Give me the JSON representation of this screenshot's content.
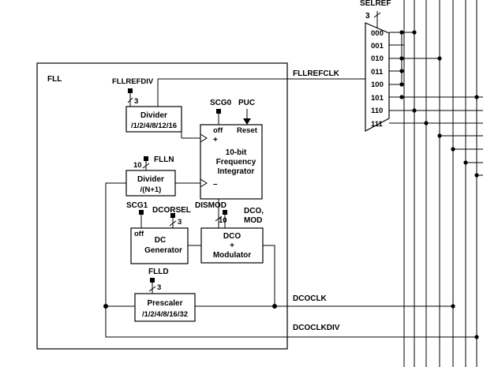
{
  "fll_label": "FLL",
  "selref": {
    "label": "SELREF",
    "width": "3",
    "inputs": [
      "000",
      "001",
      "010",
      "011",
      "100",
      "101",
      "110",
      "111"
    ]
  },
  "fllrefdiv": {
    "label": "FLLREFDIV",
    "width": "3",
    "box_line1": "Divider",
    "box_line2": "/1/2/4/8/12/16"
  },
  "flln": {
    "label": "FLLN",
    "width": "10",
    "box_line1": "Divider",
    "box_line2": "/(N+1)"
  },
  "integrator": {
    "scg0_label": "SCG0",
    "puc_label": "PUC",
    "off_label": "off",
    "reset_label": "Reset",
    "plus_label": "+",
    "minus_label": "–",
    "line1": "10-bit",
    "line2": "Frequency",
    "line3": "Integrator"
  },
  "dc_gen": {
    "scg1_label": "SCG1",
    "dcorsel_label": "DCORSEL",
    "width": "3",
    "off_label": "off",
    "line1": "DC",
    "line2": "Generator"
  },
  "dco": {
    "dismod_label": "DISMOD",
    "width": "10",
    "dco_mod_line1": "DCO,",
    "dco_mod_line2": "MOD",
    "line1": "DCO",
    "line2": "+",
    "line3": "Modulator"
  },
  "prescaler": {
    "flld_label": "FLLD",
    "width": "3",
    "line1": "Prescaler",
    "line2": "/1/2/4/8/16/32"
  },
  "signals": {
    "fllrefclk": "FLLREFCLK",
    "dcoclk": "DCOCLK",
    "dcoclkdiv": "DCOCLKDIV"
  }
}
